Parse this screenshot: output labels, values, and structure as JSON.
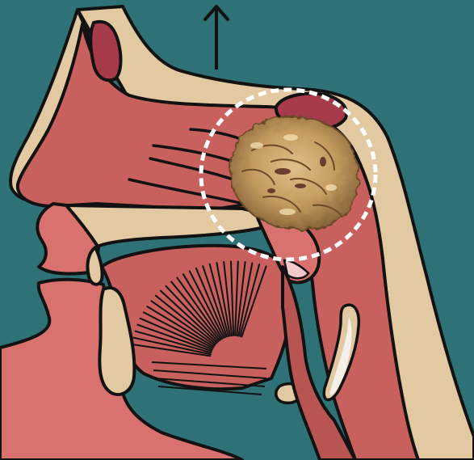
{
  "diagram": {
    "kind": "sagittal-head-anatomy",
    "features": {
      "direction_arrow": "up",
      "highlight_region": "nasopharynx",
      "highlight_style": "dashed-white-circle",
      "specimen": "excised-adenoid-tissue-photo"
    },
    "colors": {
      "background": "#2e7277",
      "bone": "#e3c9a1",
      "tissue": "#c8605e",
      "tissue_light": "#d9726e",
      "cavity": "#a63a4b",
      "outline": "#121212",
      "highlight": "#ffffff",
      "specimen_base": "#c49a5e"
    }
  }
}
